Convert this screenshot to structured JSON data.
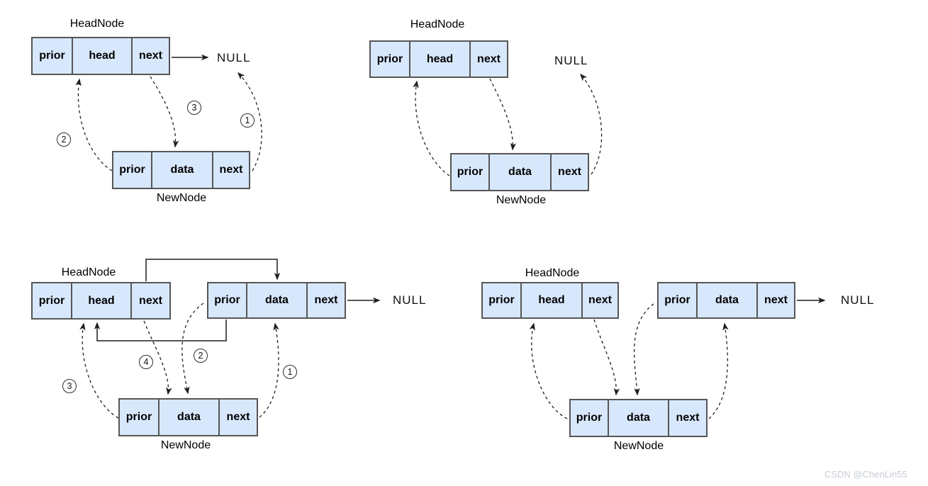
{
  "panels": [
    {
      "head_node": {
        "title": "HeadNode",
        "cells": [
          "prior",
          "head",
          "next"
        ]
      },
      "new_node": {
        "label": "NewNode",
        "cells": [
          "prior",
          "data",
          "next"
        ]
      },
      "null_text": "NULL",
      "step_badges": [
        "1",
        "2",
        "3"
      ]
    },
    {
      "head_node": {
        "title": "HeadNode",
        "cells": [
          "prior",
          "head",
          "next"
        ]
      },
      "new_node": {
        "label": "NewNode",
        "cells": [
          "prior",
          "data",
          "next"
        ]
      },
      "null_text": "NULL",
      "step_badges": []
    },
    {
      "head_node": {
        "title": "HeadNode",
        "cells": [
          "prior",
          "head",
          "next"
        ]
      },
      "first_node": {
        "cells": [
          "prior",
          "data",
          "next"
        ]
      },
      "new_node": {
        "label": "NewNode",
        "cells": [
          "prior",
          "data",
          "next"
        ]
      },
      "null_text": "NULL",
      "step_badges": [
        "1",
        "2",
        "3",
        "4"
      ]
    },
    {
      "head_node": {
        "title": "HeadNode",
        "cells": [
          "prior",
          "head",
          "next"
        ]
      },
      "first_node": {
        "cells": [
          "prior",
          "data",
          "next"
        ]
      },
      "new_node": {
        "label": "NewNode",
        "cells": [
          "prior",
          "data",
          "next"
        ]
      },
      "null_text": "NULL",
      "step_badges": []
    }
  ],
  "watermark": "CSDN @ChenLin55",
  "colors": {
    "node_fill": "#d8e8fc",
    "node_border": "#565656",
    "arrow": "#1f1f1f",
    "watermark": "#c6ccd3"
  }
}
